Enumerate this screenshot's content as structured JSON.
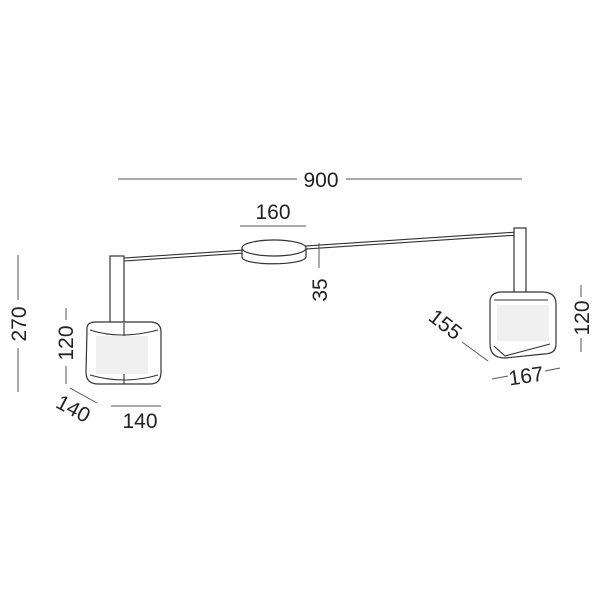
{
  "dimensions": {
    "overall_length": "900",
    "canopy_diameter": "160",
    "canopy_height": "35",
    "overall_height": "270",
    "left_shade_height": "120",
    "left_shade_depth": "140",
    "left_shade_width": "140",
    "right_shade_height": "120",
    "right_shade_depth": "155",
    "right_shade_width": "167"
  }
}
